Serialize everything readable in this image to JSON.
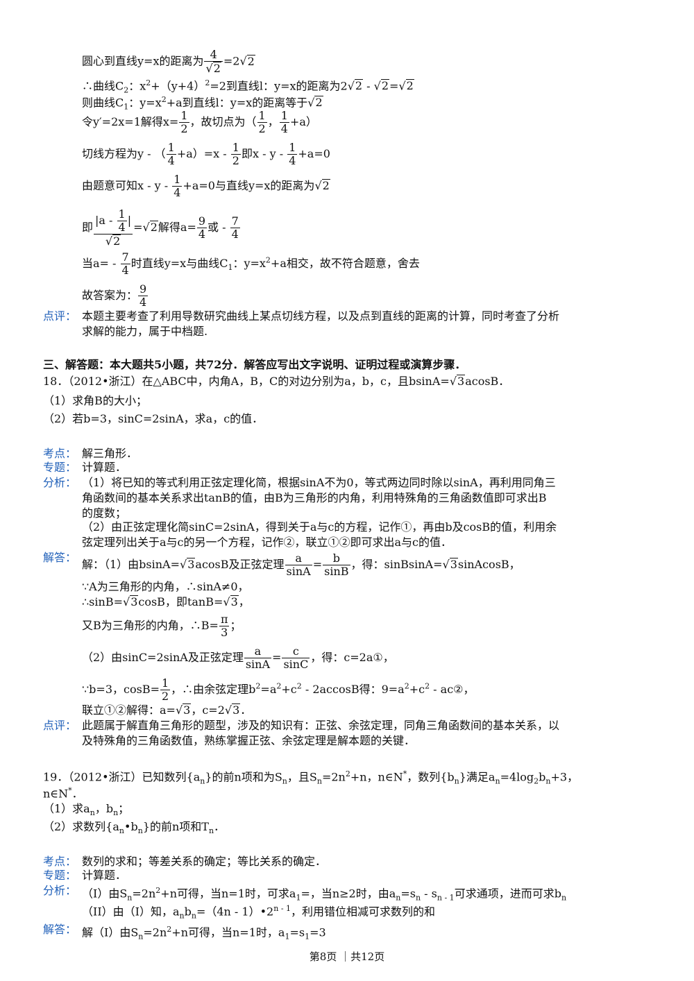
{
  "s17": {
    "l1a": "圆心到直线y=x的距离为",
    "l1n": "4",
    "l1d": "2",
    "l1b": "=2",
    "l1r": "2",
    "l2a": "∴曲线C",
    "l2sub": "2",
    "l2b": "：x",
    "l2sup": "2",
    "l2c": "+（y+4）",
    "l2sup2": "2",
    "l2d": "=2到直线l：y=x的距离为2",
    "l2e": "2",
    "l2f": " - ",
    "l2g": "2",
    "l2h": "=",
    "l2i": "2",
    "l3a": "则曲线C",
    "l3sub": "1",
    "l3b": "：y=x",
    "l3sup": "2",
    "l3c": "+a到直线l：y=x的距离等于",
    "l3r": "2",
    "l4a": "令y′=2x=1解得x=",
    "l4n": "1",
    "l4d": "2",
    "l4b": "，故切点为（",
    "l4n2": "1",
    "l4d2": "2",
    "l4c": "，",
    "l4n3": "1",
    "l4d3": "4",
    "l4e": "+a）",
    "l5a": "切线方程为y - （",
    "l5n": "1",
    "l5d": "4",
    "l5b": "+a）=x - ",
    "l5n2": "1",
    "l5d2": "2",
    "l5c": "即x - y - ",
    "l5n3": "1",
    "l5d3": "4",
    "l5e": "+a=0",
    "l6a": "由题意可知x - y - ",
    "l6n": "1",
    "l6d": "4",
    "l6b": "+a=0与直线y=x的距离为",
    "l6r": "2",
    "l7a": "即",
    "l7n1": "|a - ",
    "l7nn": "1",
    "l7nd": "4",
    "l7n2": "|",
    "l7d": "2",
    "l7b": "=",
    "l7r": "2",
    "l7c": "解得a=",
    "l7fn": "9",
    "l7fd": "4",
    "l7e": "或 - ",
    "l7gn": "7",
    "l7gd": "4",
    "l8a": "当a= - ",
    "l8n": "7",
    "l8d": "4",
    "l8b": "时直线y=x与曲线C",
    "l8sub": "1",
    "l8c": "：y=x",
    "l8sup": "2",
    "l8e": "+a相交，故不符合题意，舍去",
    "l9a": "故答案为：",
    "l9n": "9",
    "l9d": "4",
    "comment_label": "点评：",
    "comment1": "本题主要考查了利用导数研究曲线上某点切线方程，以及点到直线的距离的计算，同时考查了分析",
    "comment2": "求解的能力，属于中档题."
  },
  "section3": "三、解答题：本大题共5小题，共72分．解答应写出文字说明、证明过程或演算步骤．",
  "q18": {
    "stem_a": "18．（2012•浙江）在△ABC中，内角A，B，C的对边分别为a，b，c，且bsinA=",
    "stem_r": "3",
    "stem_b": "acosB．",
    "p1": "（1）求角B的大小；",
    "p2": "（2）若b=3，sinC=2sinA，求a，c的值．",
    "kd_label": "考点：",
    "kd": "解三角形．",
    "zt_label": "专题：",
    "zt": "计算题．",
    "fx_label": "分析：",
    "fx1": "（1）将已知的等式利用正弦定理化简，根据sinA不为0，等式两边同时除以sinA，再利用同角三",
    "fx2": "角函数间的基本关系求出tanB的值，由B为三角形的内角，利用特殊角的三角函数值即可求出B",
    "fx3": "的度数；",
    "fx4": "（2）由正弦定理化简sinC=2sinA，得到关于a与c的方程，记作①，再由b及cosB的值，利用余",
    "fx5": "弦定理列出关于a与c的另一个方程，记作②，联立①②即可求出a与c的值．",
    "jd_label": "解答：",
    "j1a": "解：（1）由bsinA=",
    "j1r": "3",
    "j1b": "acosB及正弦定理",
    "j1n1": "a",
    "j1d1": "sinA",
    "j1c": "=",
    "j1n2": "b",
    "j1d2": "sinB",
    "j1e": "，得：sinBsinA=",
    "j1r2": "3",
    "j1f": "sinAcosB，",
    "j2": "∵A为三角形的内角，∴sinA≠0，",
    "j3a": "∴sinB=",
    "j3r": "3",
    "j3b": "cosB，即tanB=",
    "j3r2": "3",
    "j3c": "，",
    "j4a": "又B为三角形的内角，∴B=",
    "j4n": "π",
    "j4d": "3",
    "j4b": "；",
    "j5a": "（2）由sinC=2sinA及正弦定理",
    "j5n1": "a",
    "j5d1": "sinA",
    "j5b": "=",
    "j5n2": "c",
    "j5d2": "sinC",
    "j5c": "，得：c=2a①，",
    "j6a": "∵b=3，cosB=",
    "j6n": "1",
    "j6d": "2",
    "j6b": "，∴由余弦定理b",
    "j6s1": "2",
    "j6c": "=a",
    "j6s2": "2",
    "j6e": "+c",
    "j6s3": "2",
    "j6f": " - 2accosB得：9=a",
    "j6s4": "2",
    "j6g": "+c",
    "j6s5": "2",
    "j6h": " - ac②，",
    "j7a": "联立①②解得：a=",
    "j7r": "3",
    "j7b": "，c=2",
    "j7r2": "3",
    "j7c": "．",
    "dp_label": "点评：",
    "dp1": "此题属于解直角三角形的题型，涉及的知识有：正弦、余弦定理，同角三角函数间的基本关系，以",
    "dp2": "及特殊角的三角函数值，熟练掌握正弦、余弦定理是解本题的关键．"
  },
  "q19": {
    "stem_a": "19．（2012•浙江）已知数列{a",
    "stem_s1": "n",
    "stem_b": "}的前n项和为S",
    "stem_s2": "n",
    "stem_c": "，且S",
    "stem_s3": "n",
    "stem_d": "=2n",
    "stem_sup": "2",
    "stem_e": "+n，n∈N",
    "stem_sup2": "*",
    "stem_f": "，数列{b",
    "stem_s4": "n",
    "stem_g": "}满足a",
    "stem_s5": "n",
    "stem_h": "=4log",
    "stem_s6": "2",
    "stem_i": "b",
    "stem_s7": "n",
    "stem_j": "+3，",
    "stem2a": "n∈N",
    "stem2sup": "*",
    "stem2b": "．",
    "p1a": "（1）求a",
    "p1s1": "n",
    "p1b": "，b",
    "p1s2": "n",
    "p1c": "；",
    "p2a": "（2）求数列{a",
    "p2s1": "n",
    "p2b": "•b",
    "p2s2": "n",
    "p2c": "}的前n项和T",
    "p2s3": "n",
    "p2d": "．",
    "kd_label": "考点：",
    "kd": "数列的求和；等差关系的确定；等比关系的确定．",
    "zt_label": "专题：",
    "zt": "计算题．",
    "fx_label": "分析：",
    "fx1a": "（I）由S",
    "fx1s1": "n",
    "fx1b": "=2n",
    "fx1sup": "2",
    "fx1c": "+n可得，当n=1时，可求a",
    "fx1s2": "1",
    "fx1d": "=，当n≥2时，由a",
    "fx1s3": "n",
    "fx1e": "=s",
    "fx1s4": "n",
    "fx1f": " - s",
    "fx1s5": "n - 1",
    "fx1g": "可求通项，进而可求b",
    "fx1s6": "n",
    "fx2a": "（II）由（I）知，",
    "fx2b": "a",
    "fx2s1": "n",
    "fx2c": "b",
    "fx2s2": "n",
    "fx2d": "=（4n - 1）•2",
    "fx2sup": "n - 1",
    "fx2e": "，利用错位相减可求数列的和",
    "jd_label": "解答：",
    "j1a": "解（I）由S",
    "j1s1": "n",
    "j1b": "=2n",
    "j1sup": "2",
    "j1c": "+n可得，当n=1时，a",
    "j1s2": "1",
    "j1d": "=s",
    "j1s3": "1",
    "j1e": "=3"
  },
  "footer": "第8页 ｜共12页"
}
